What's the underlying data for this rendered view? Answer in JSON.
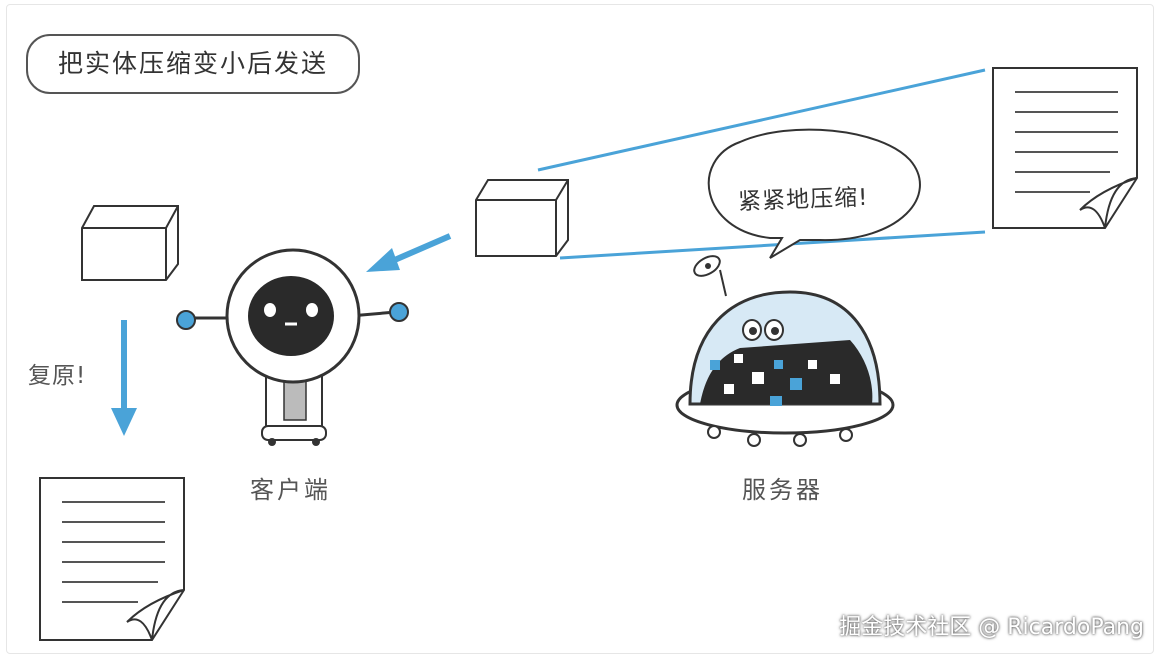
{
  "title": "把实体压缩变小后发送",
  "speech": "紧紧地压缩!",
  "labels": {
    "client": "客户端",
    "server": "服务器",
    "restore": "复原!"
  },
  "watermark": "掘金技术社区 @ RicardoPang",
  "colors": {
    "arrow": "#4aa3d8",
    "ink": "#333333",
    "robot_face": "#2a2a2a",
    "server_screen_squares": "#4aa3d8"
  }
}
